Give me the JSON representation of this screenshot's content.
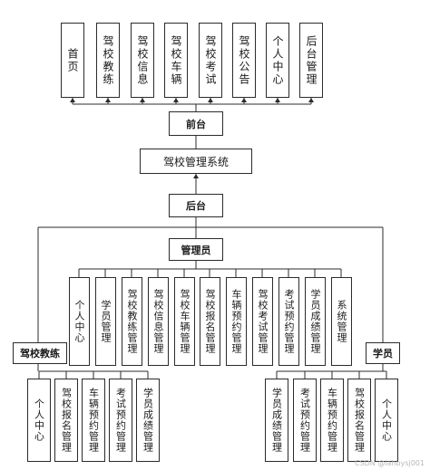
{
  "diagram": {
    "top_modules": [
      "首页",
      "驾校教练",
      "驾校信息",
      "驾校车辆",
      "驾校考试",
      "驾校公告",
      "个人中心",
      "后台管理"
    ],
    "frontend_label": "前台",
    "system_label": "驾校管理系统",
    "backend_label": "后台",
    "admin_label": "管理员",
    "admin_modules": [
      "个人中心",
      "学员管理",
      "驾校教练管理",
      "驾校信息管理",
      "驾校车辆管理",
      "驾校报名管理",
      "车辆预约管理",
      "驾校考试管理",
      "考试预约管理",
      "学员成绩管理",
      "系统管理"
    ],
    "coach_label": "驾校教练",
    "coach_modules": [
      "个人中心",
      "驾校报名管理",
      "车辆预约管理",
      "考试预约管理",
      "学员成绩管理"
    ],
    "student_label": "学员",
    "student_modules": [
      "学员成绩管理",
      "考试预约管理",
      "车辆预约管理",
      "驾校报名管理",
      "个人中心"
    ]
  },
  "watermark": "CSDN @lahbysj001"
}
